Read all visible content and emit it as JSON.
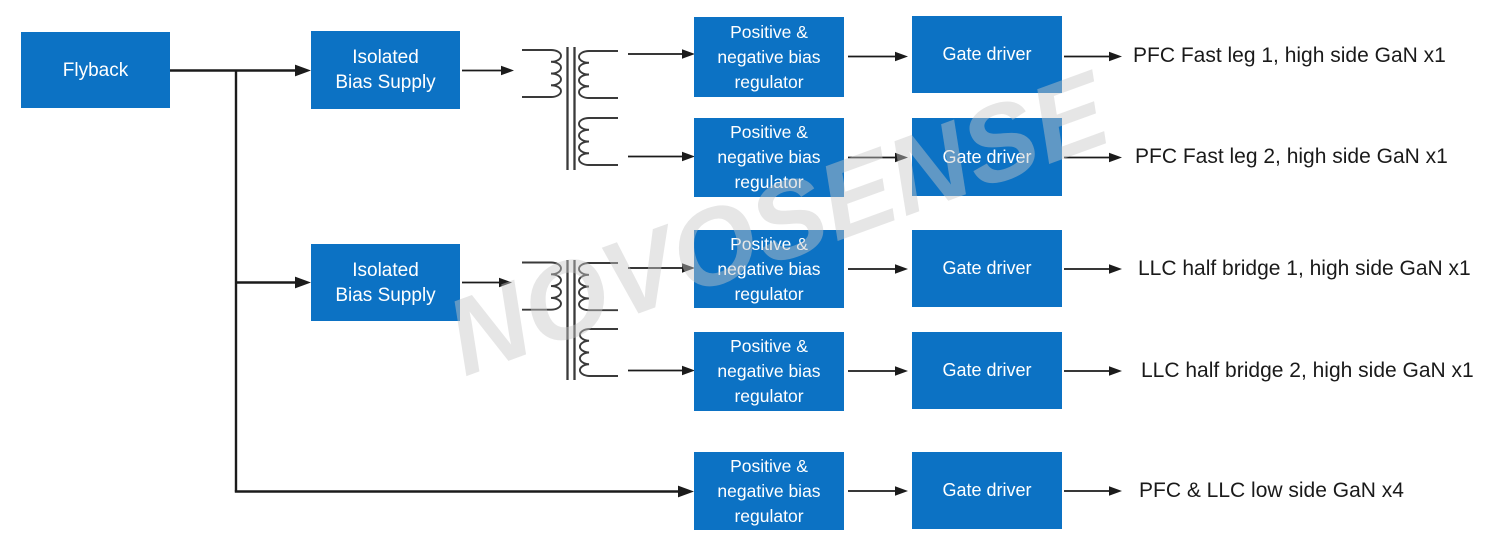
{
  "watermark": {
    "text": "NOVOSENSE"
  },
  "colors": {
    "box_blue": "#0c72c4",
    "wire": "#1b1b1b",
    "transformer_line": "#3a3a3a",
    "text_on_blue": "#ffffff",
    "label_text": "#1a1a1a",
    "watermark_color": "rgba(200,200,200,0.45)"
  },
  "icons": {
    "transformer1": "transformer-coil-symbol",
    "transformer2": "transformer-coil-symbol"
  },
  "nodes": {
    "flyback": {
      "label": "Flyback"
    },
    "ibs1": {
      "label": "Isolated\nBias Supply"
    },
    "ibs2": {
      "label": "Isolated\nBias Supply"
    },
    "reg1": {
      "label": "Positive &\nnegative bias\nregulator"
    },
    "reg2": {
      "label": "Positive &\nnegative bias\nregulator"
    },
    "reg3": {
      "label": "Positive &\nnegative bias\nregulator"
    },
    "reg4": {
      "label": "Positive &\nnegative bias\nregulator"
    },
    "reg5": {
      "label": "Positive &\nnegative bias\nregulator"
    },
    "gd1": {
      "label": "Gate driver"
    },
    "gd2": {
      "label": "Gate driver"
    },
    "gd3": {
      "label": "Gate driver"
    },
    "gd4": {
      "label": "Gate driver"
    },
    "gd5": {
      "label": "Gate driver"
    }
  },
  "outputs": [
    {
      "label": "PFC Fast leg 1, high side GaN x1"
    },
    {
      "label": "PFC Fast leg 2, high side GaN x1"
    },
    {
      "label": "LLC half bridge 1, high side GaN x1"
    },
    {
      "label": "LLC half bridge 2, high side GaN x1"
    },
    {
      "label": "PFC & LLC low side GaN x4"
    }
  ]
}
